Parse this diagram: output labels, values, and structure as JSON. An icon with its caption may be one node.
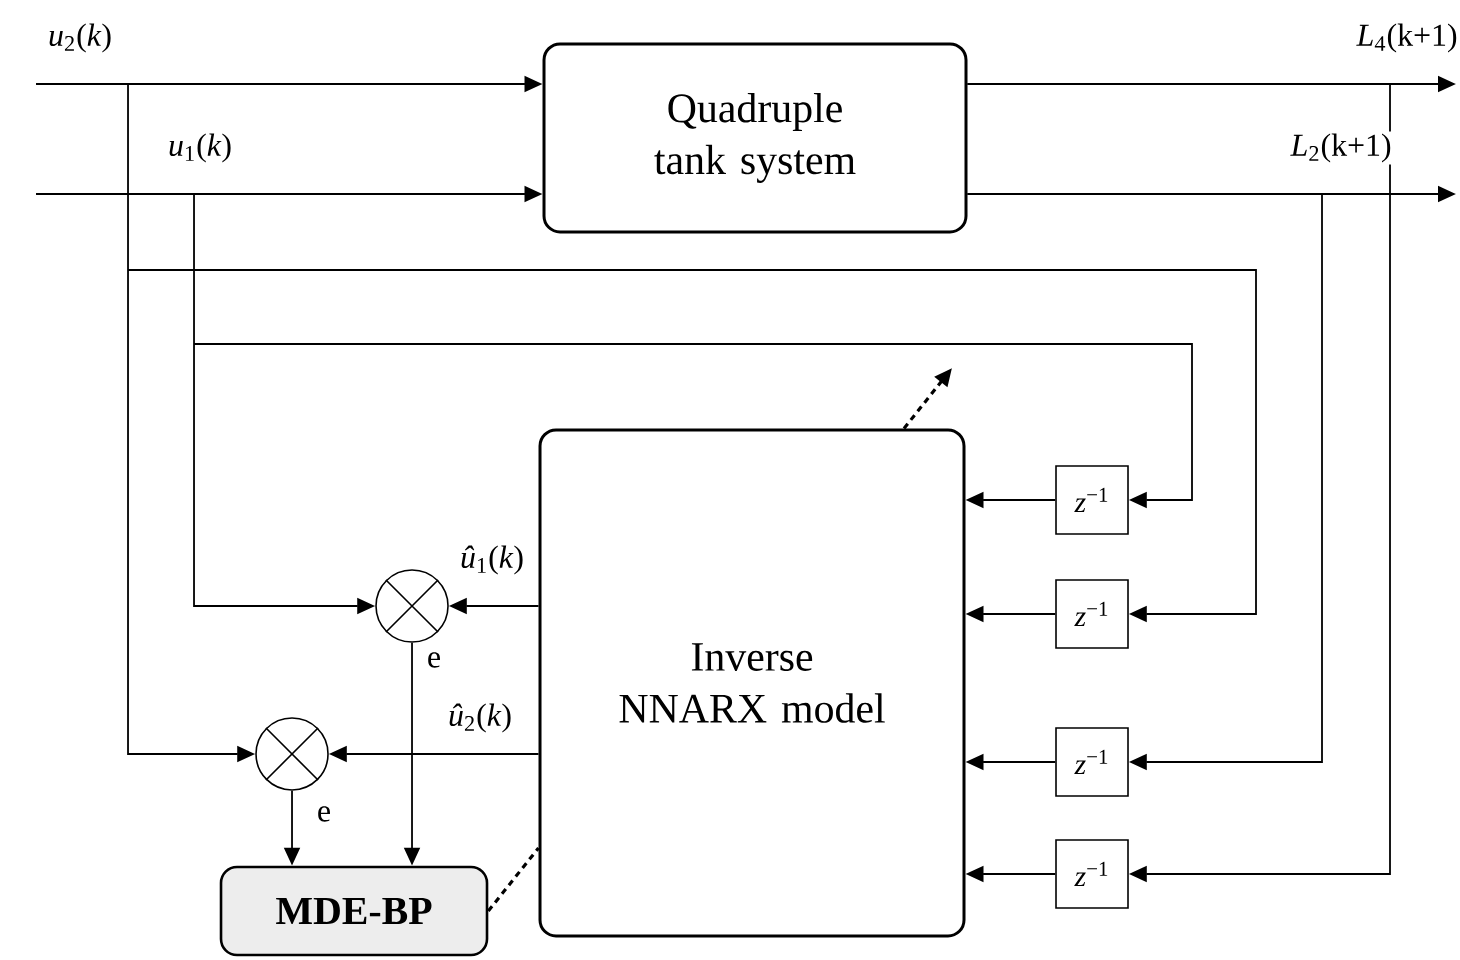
{
  "diagram": {
    "nodes": [
      {
        "text": [
          "Quadruple tank system"
        ]
      },
      {
        "text": [
          "Inverse NNARX model"
        ]
      },
      {
        "text": [
          "MDE-BP"
        ]
      },
      {
        "text": [],
        "shape": "circle"
      },
      {
        "text": [],
        "shape": "circle"
      },
      {
        "text": [
          "*z*$^{−1}$"
        ]
      },
      {
        "text": [
          "*z*$^{−1}$"
        ]
      },
      {
        "text": [
          "*z*$^{−1}$"
        ]
      },
      {
        "text": [
          "*z*$^{−1}$"
        ]
      }
    ],
    "edges": [
      {
        "from": null,
        "to": 0,
        "arrow": "to",
        "label": "*u*$_{2}$(*k*)"
      },
      {
        "from": null,
        "to": 0,
        "arrow": "to",
        "label": "*u*$_{1}$(*k*)"
      },
      {
        "from": 0,
        "to": null,
        "arrow": "to",
        "label": "*L*$_{4}$(k+1)"
      },
      {
        "from": 0,
        "to": null,
        "arrow": "to",
        "label": "*L*$_{2}$(k+1)"
      },
      {
        "from": null,
        "to": 4,
        "arrow": "to"
      },
      {
        "from": null,
        "to": 6,
        "arrow": "to"
      },
      {
        "from": null,
        "to": 3,
        "arrow": "to"
      },
      {
        "from": null,
        "to": 5,
        "arrow": "to"
      },
      {
        "from": 0,
        "to": 7,
        "arrow": "to"
      },
      {
        "from": 0,
        "to": 8,
        "arrow": "to"
      },
      {
        "from": 5,
        "to": 1,
        "arrow": "to"
      },
      {
        "from": 6,
        "to": 1,
        "arrow": "to"
      },
      {
        "from": 7,
        "to": 1,
        "arrow": "to"
      },
      {
        "from": 8,
        "to": 1,
        "arrow": "to"
      },
      {
        "from": 1,
        "to": 3,
        "arrow": "to",
        "label": "*û*$_{1}$(*k*)"
      },
      {
        "from": 1,
        "to": 4,
        "arrow": "to",
        "label": "*û*$_{2}$(*k*)"
      },
      {
        "from": 3,
        "to": 2,
        "arrow": "to",
        "label": "e"
      },
      {
        "from": 4,
        "to": 2,
        "arrow": "to",
        "label": "e"
      },
      {
        "from": 2,
        "to": 1,
        "arrow": "none",
        "style": "dashed"
      },
      {
        "from": 1,
        "to": null,
        "arrow": "to",
        "style": "dashed"
      }
    ]
  }
}
